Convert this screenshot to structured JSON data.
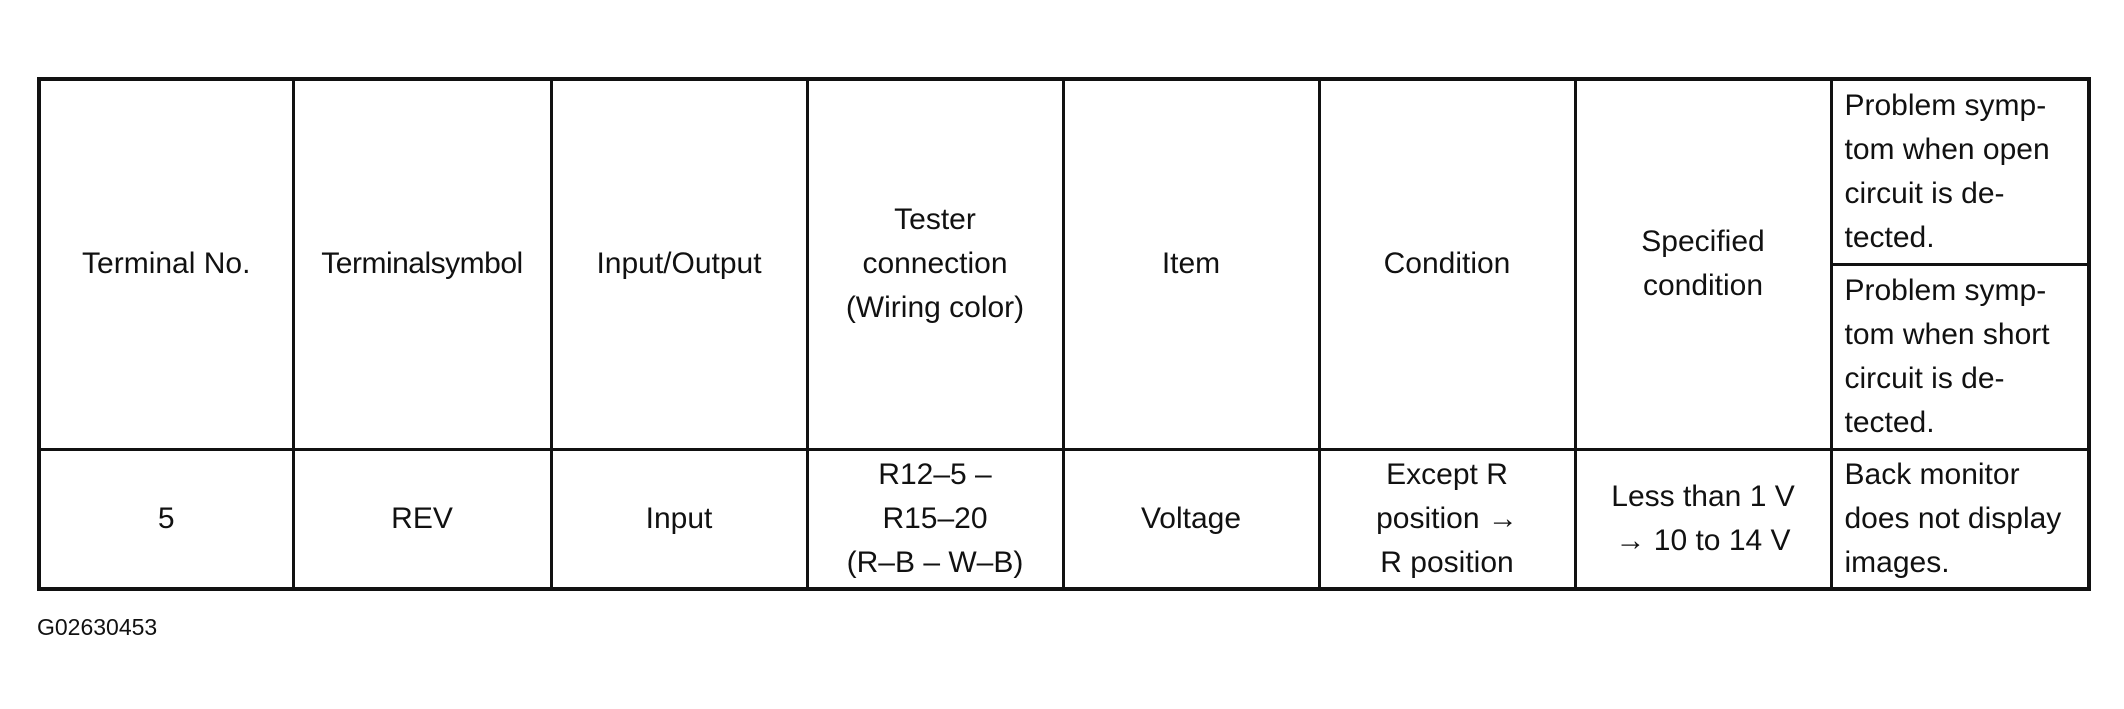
{
  "table": {
    "headers": {
      "terminal_no": "Terminal No.",
      "terminal_symbol": "Terminalsymbol",
      "input_output": "Input/Output",
      "tester_connection": "Tester\nconnection\n(Wiring color)",
      "item": "Item",
      "condition": "Condition",
      "specified_condition": "Specified\ncondition",
      "open_circuit_symptom": "Problem symp-\ntom when open\ncircuit is de-\ntected.",
      "short_circuit_symptom": "Problem symp-\ntom when short\ncircuit is de-\ntected."
    },
    "rows": [
      {
        "terminal_no": "5",
        "terminal_symbol": "REV",
        "input_output": "Input",
        "tester_connection": "R12–5 –\nR15–20\n(R–B – W–B)",
        "item": "Voltage",
        "condition": "Except R\nposition →\nR position",
        "specified_condition": "Less than 1 V\n→ 10 to 14 V",
        "problem_symptom": "Back monitor\ndoes not display\nimages."
      }
    ]
  },
  "figure_id": "G02630453"
}
